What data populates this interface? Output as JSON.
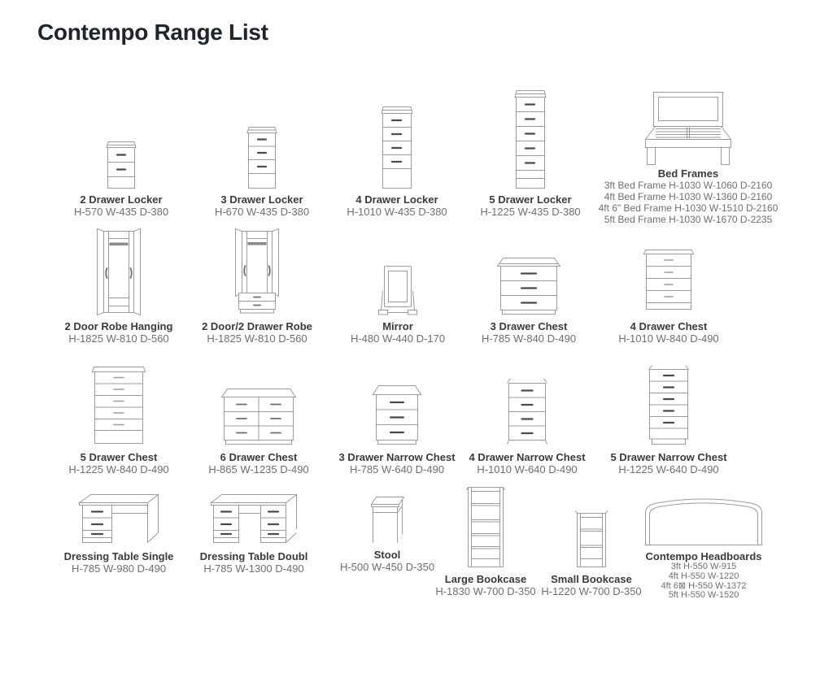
{
  "page": {
    "title": "Contempo Range List"
  },
  "colors": {
    "title_text": "#20242b",
    "item_name_text": "#3b3b3b",
    "item_dims_text": "#6f6f6f",
    "line_art": "#9a9b9d",
    "handle_dark": "#4a4a4a"
  },
  "items": [
    {
      "name": "2 Drawer Locker",
      "dims": "H-570 W-435 D-380"
    },
    {
      "name": "3 Drawer Locker",
      "dims": "H-670 W-435 D-380"
    },
    {
      "name": "4 Drawer Locker",
      "dims": "H-1010 W-435 D-380"
    },
    {
      "name": "5 Drawer Locker",
      "dims": "H-1225 W-435 D-380"
    },
    {
      "name": "Bed Frames",
      "lines": [
        "3ft Bed Frame H-1030 W-1060 D-2160",
        "4ft Bed Frame H-1030 W-1360 D-2160",
        "4ft 6\" Bed Frame H-1030 W-1510 D-2160",
        "5ft Bed Frame H-1030 W-1670 D-2235"
      ]
    },
    {
      "name": "2 Door Robe Hanging",
      "dims": "H-1825 W-810 D-560"
    },
    {
      "name": "2 Door/2 Drawer Robe",
      "dims": "H-1825 W-810 D-560"
    },
    {
      "name": "Mirror",
      "dims": "H-480 W-440 D-170"
    },
    {
      "name": "3 Drawer Chest",
      "dims": "H-785 W-840 D-490"
    },
    {
      "name": "4 Drawer Chest",
      "dims": "H-1010 W-840 D-490"
    },
    {
      "name": "5 Drawer Chest",
      "dims": "H-1225 W-840 D-490"
    },
    {
      "name": "6 Drawer Chest",
      "dims": "H-865 W-1235 D-490"
    },
    {
      "name": "3 Drawer Narrow Chest",
      "dims": "H-785 W-640 D-490"
    },
    {
      "name": "4 Drawer Narrow Chest",
      "dims": "H-1010 W-640 D-490"
    },
    {
      "name": "5 Drawer Narrow Chest",
      "dims": "H-1225 W-640 D-490"
    },
    {
      "name": "Dressing Table Single",
      "dims": "H-785 W-980 D-490"
    },
    {
      "name": "Dressing Table Doubl",
      "dims": "H-785 W-1300 D-490"
    },
    {
      "name": "Stool",
      "dims": "H-500 W-450 D-350"
    },
    {
      "name": "Large Bookcase",
      "dims": "H-1830 W-700 D-350"
    },
    {
      "name": "Small Bookcase",
      "dims": "H-1220 W-700 D-350"
    },
    {
      "name": "Contempo Headboards",
      "lines": [
        "3ft H-550 W-915",
        "4ft H-550 W-1220",
        "4ft 6⊠ H-550 W-1372",
        "5ft H-550 W-1520"
      ]
    }
  ]
}
